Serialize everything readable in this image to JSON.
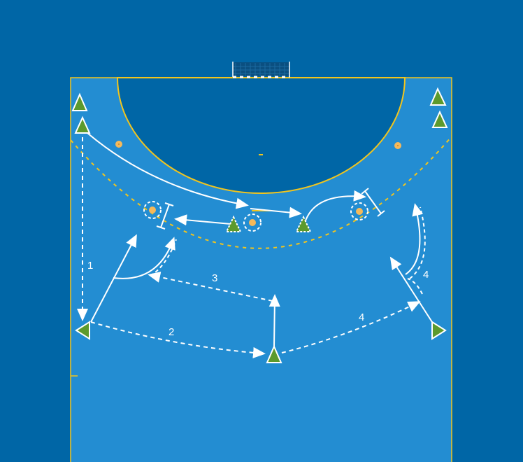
{
  "diagram": {
    "title": "Handball drill",
    "colors": {
      "background": "#0066a6",
      "court": "#238dd2",
      "goal_area": "#0066a6",
      "lines": "#f2c51d",
      "player": "#5c9a2d",
      "ball": "#f6b95a",
      "arrow": "#ffffff"
    },
    "labels": {
      "phase1": "1",
      "phase2": "2",
      "phase3": "3",
      "phase4a": "4",
      "phase4b": "4"
    }
  }
}
